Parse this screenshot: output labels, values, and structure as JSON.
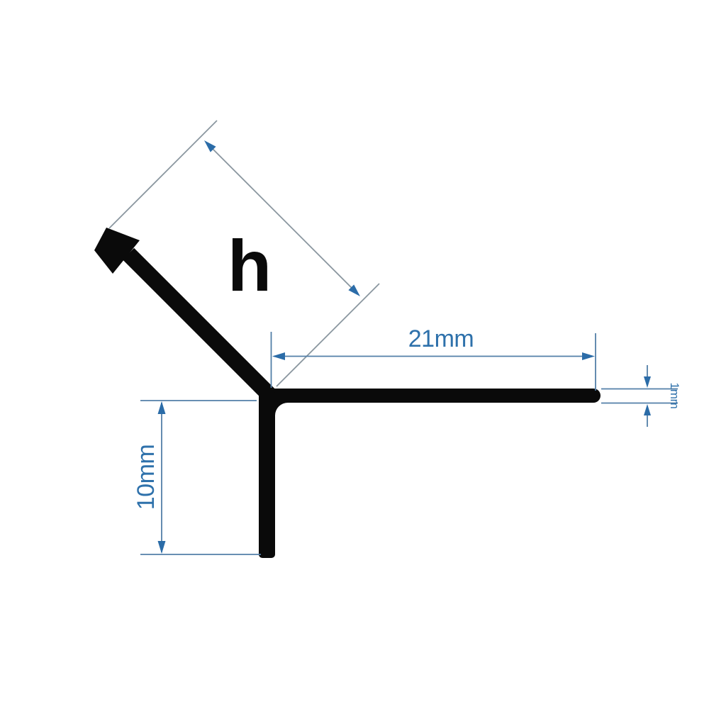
{
  "diagram": {
    "type": "technical-profile-dimension-drawing",
    "labels": {
      "height": "h",
      "width": "21mm",
      "thickness": "1mm",
      "depth": "10mm"
    },
    "colors": {
      "profile_black": "#0a0a0a",
      "dimension_text_blue": "#2e71ab",
      "arrow_blue": "#2b6ca8",
      "extension_line_blue": "#537fa8",
      "extension_line_gray": "#8a969f",
      "background": "#ffffff"
    }
  }
}
